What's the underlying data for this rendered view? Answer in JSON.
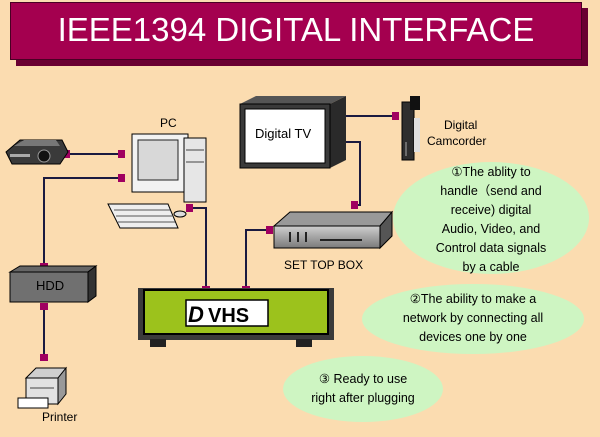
{
  "title": "IEEE1394 DIGITAL INTERFACE",
  "devices": {
    "pc": "PC",
    "digital_tv": "Digital  TV",
    "camcorder_line1": "Digital",
    "camcorder_line2": "Camcorder",
    "set_top_box": "SET TOP BOX",
    "hdd": "HDD",
    "printer": "Printer",
    "dvhs_logo": "D-VHS"
  },
  "features": {
    "f1": [
      "①The ablity to",
      "handle（send and",
      "receive) digital",
      "Audio, Video, and",
      "Control data signals",
      "by a cable"
    ],
    "f2": [
      "②The ability to make a",
      "network by connecting all",
      "devices one by one"
    ],
    "f3": [
      "③ Ready to use",
      "right after plugging"
    ]
  },
  "colors": {
    "title_bg": "#a4004f",
    "background": "#fbdcb0",
    "bubble": "#cef5c2",
    "dvhs_body": "#9cc21c",
    "port": "#a00060"
  }
}
